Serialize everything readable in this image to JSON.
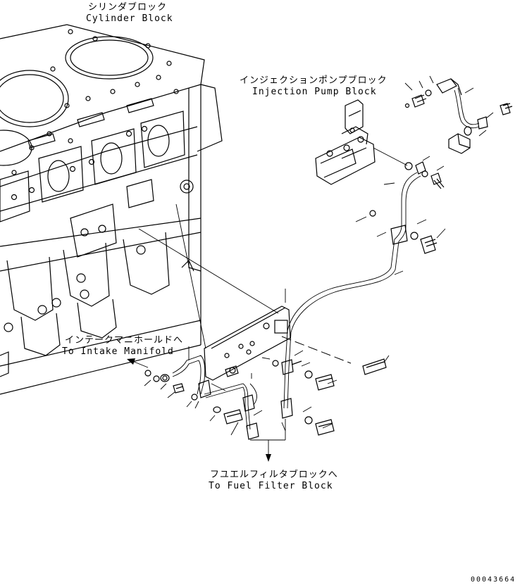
{
  "labels": {
    "cylinder_block_jp": "シリンダブロック",
    "cylinder_block_en": "Cylinder Block",
    "injection_pump_jp": "インジェクションポンプブロック",
    "injection_pump_en": "Injection Pump Block",
    "intake_manifold_jp": "インテークマニホールドへ",
    "intake_manifold_en": "To Intake Manifold",
    "fuel_filter_jp": "フユエルフィルタブロックへ",
    "fuel_filter_en": "To Fuel Filter Block"
  },
  "drawing_number": "00043664"
}
